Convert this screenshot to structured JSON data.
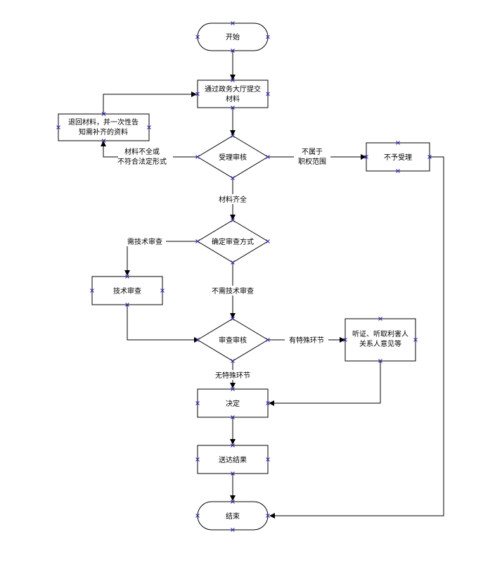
{
  "nodes": {
    "start": "开始",
    "submit_line1": "通过政务大厅提交",
    "submit_line2": "材料",
    "return_line1": "退回材料，并一次性告",
    "return_line2": "知需补齐的资料",
    "accept_review": "受理审核",
    "reject": "不予受理",
    "determine_method": "确定审查方式",
    "tech_review": "技术审查",
    "audit": "审查审核",
    "hearing_line1": "听证、听取利害人",
    "hearing_line2": "关系人意见等",
    "decision": "决定",
    "deliver": "送达结果",
    "end": "结束"
  },
  "edges": {
    "incomplete_line1": "材料不全或",
    "incomplete_line2": "不符合法定形式",
    "out_of_scope_line1": "不属于",
    "out_of_scope_line2": "职权范围",
    "complete": "材料齐全",
    "need_tech": "需技术审查",
    "no_tech": "不需技术审查",
    "special": "有特殊环节",
    "no_special": "无特殊环节"
  },
  "colors": {
    "stroke": "#000000",
    "connection_point": "#2a2ab8",
    "background": "#ffffff"
  }
}
